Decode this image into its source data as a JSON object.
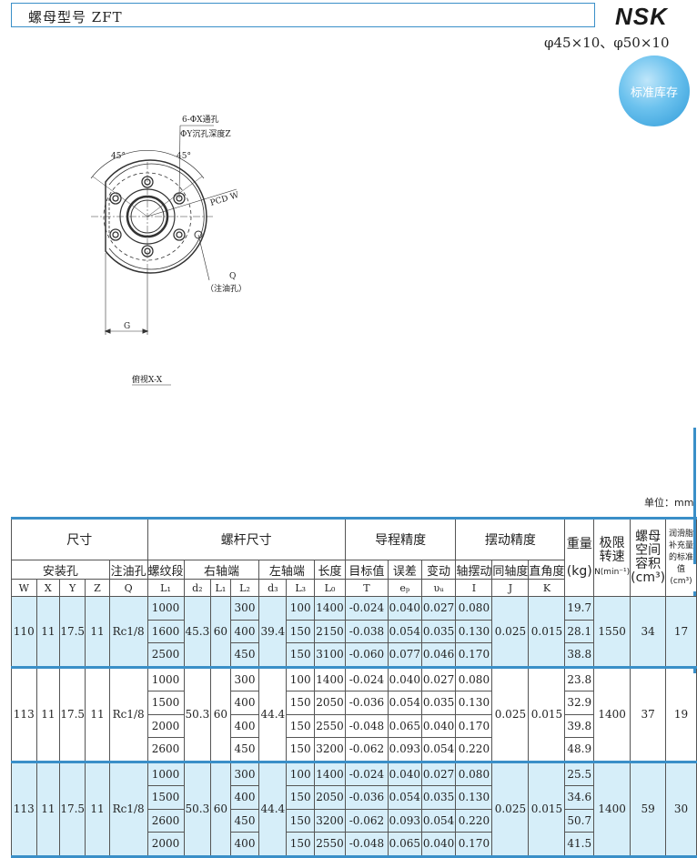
{
  "header": {
    "title": "螺母型号 ZFT",
    "brand": "NSK",
    "sizes": "φ45×10、φ50×10",
    "stock_badge": "标准库存"
  },
  "drawing": {
    "hole_label": "6-ΦX通孔",
    "counterbore_label": "ΦY沉孔深度Z",
    "angle_left": "45°",
    "angle_right": "45°",
    "pcd_label": "PCD W",
    "q_label": "Q",
    "oil_label": "（注油孔）",
    "g_label": "G",
    "view_label": "俯视X-X"
  },
  "unit": "单位：mm",
  "table": {
    "h1": {
      "size": "尺寸",
      "shaft": "螺杆尺寸",
      "lead": "导程精度",
      "runout": "摆动精度",
      "weight": "重量",
      "weight_unit": "(kg)",
      "speed": "极限转速",
      "speed_unit": "N(min⁻¹)",
      "space": "螺母空间容积",
      "space_unit": "(cm³)",
      "grease": "润滑脂补充量的标准值",
      "grease_unit": "(cm³)"
    },
    "h2": {
      "mount": "安装孔",
      "oil": "注油孔",
      "thread": "螺纹段",
      "right_end": "右轴端",
      "left_end": "左轴端",
      "length": "长度",
      "target": "目标值",
      "error": "误差",
      "variation": "变动",
      "axial": "轴摆动",
      "coaxial": "同轴度",
      "perp": "直角度"
    },
    "h3": [
      "W",
      "X",
      "Y",
      "Z",
      "Q",
      "L₁",
      "d₂",
      "L₁",
      "L₂",
      "d₃",
      "L₃",
      "L₀",
      "T",
      "eₚ",
      "υᵤ",
      "I",
      "J",
      "K"
    ],
    "groups": [
      {
        "W": "110",
        "X": "11",
        "Y": "17.5",
        "Z": "11",
        "Q": "Rc1/8",
        "d2": "45.3",
        "L1b": "60",
        "d3": "39.4",
        "J": "0.025",
        "K": "0.015",
        "N": "1550",
        "V": "34",
        "G": "17",
        "rows": [
          {
            "L1": "1000",
            "L2": "300",
            "L3": "100",
            "L0": "1400",
            "T": "-0.024",
            "ep": "0.040",
            "v": "0.027",
            "I": "0.080",
            "kg": "19.7"
          },
          {
            "L1": "1600",
            "L2": "400",
            "L3": "150",
            "L0": "2150",
            "T": "-0.038",
            "ep": "0.054",
            "v": "0.035",
            "I": "0.130",
            "kg": "28.1"
          },
          {
            "L1": "2500",
            "L2": "450",
            "L3": "150",
            "L0": "3100",
            "T": "-0.060",
            "ep": "0.077",
            "v": "0.046",
            "I": "0.170",
            "kg": "38.8"
          }
        ]
      },
      {
        "W": "113",
        "X": "11",
        "Y": "17.5",
        "Z": "11",
        "Q": "Rc1/8",
        "d2": "50.3",
        "L1b": "60",
        "d3": "44.4",
        "J": "0.025",
        "K": "0.015",
        "N": "1400",
        "V": "37",
        "G": "19",
        "rows": [
          {
            "L1": "1000",
            "L2": "300",
            "L3": "100",
            "L0": "1400",
            "T": "-0.024",
            "ep": "0.040",
            "v": "0.027",
            "I": "0.080",
            "kg": "23.8"
          },
          {
            "L1": "1500",
            "L2": "400",
            "L3": "150",
            "L0": "2050",
            "T": "-0.036",
            "ep": "0.054",
            "v": "0.035",
            "I": "0.130",
            "kg": "32.9"
          },
          {
            "L1": "2000",
            "L2": "400",
            "L3": "150",
            "L0": "2550",
            "T": "-0.048",
            "ep": "0.065",
            "v": "0.040",
            "I": "0.170",
            "kg": "39.8"
          },
          {
            "L1": "2600",
            "L2": "450",
            "L3": "150",
            "L0": "3200",
            "T": "-0.062",
            "ep": "0.093",
            "v": "0.054",
            "I": "0.220",
            "kg": "48.9"
          }
        ]
      },
      {
        "W": "113",
        "X": "11",
        "Y": "17.5",
        "Z": "11",
        "Q": "Rc1/8",
        "d2": "50.3",
        "L1b": "60",
        "d3": "44.4",
        "J": "0.025",
        "K": "0.015",
        "N": "1400",
        "V": "59",
        "G": "30",
        "rows": [
          {
            "L1": "1000",
            "L2": "300",
            "L3": "100",
            "L0": "1400",
            "T": "-0.024",
            "ep": "0.040",
            "v": "0.027",
            "I": "0.080",
            "kg": "25.5"
          },
          {
            "L1": "1500",
            "L2": "400",
            "L3": "150",
            "L0": "2050",
            "T": "-0.036",
            "ep": "0.054",
            "v": "0.035",
            "I": "0.130",
            "kg": "34.6"
          },
          {
            "L1": "2600",
            "L2": "450",
            "L3": "150",
            "L0": "3200",
            "T": "-0.062",
            "ep": "0.093",
            "v": "0.054",
            "I": "0.220",
            "kg": "50.7"
          },
          {
            "L1": "2000",
            "L2": "400",
            "L3": "150",
            "L0": "2550",
            "T": "-0.048",
            "ep": "0.065",
            "v": "0.040",
            "I": "0.170",
            "kg": "41.5"
          }
        ]
      }
    ]
  }
}
